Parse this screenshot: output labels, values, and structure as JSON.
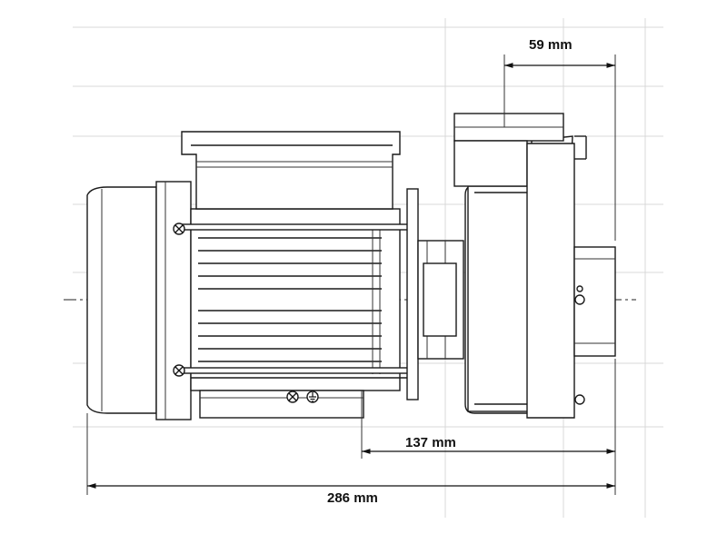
{
  "dimensions": {
    "outlet_offset": "59 mm",
    "base_to_outlet": "137 mm",
    "overall_length": "286 mm"
  },
  "colors": {
    "line": "#1a1a1a",
    "background": "#ffffff"
  },
  "icons": {
    "ground": "ground-symbol-icon",
    "screw": "screw-icon"
  }
}
